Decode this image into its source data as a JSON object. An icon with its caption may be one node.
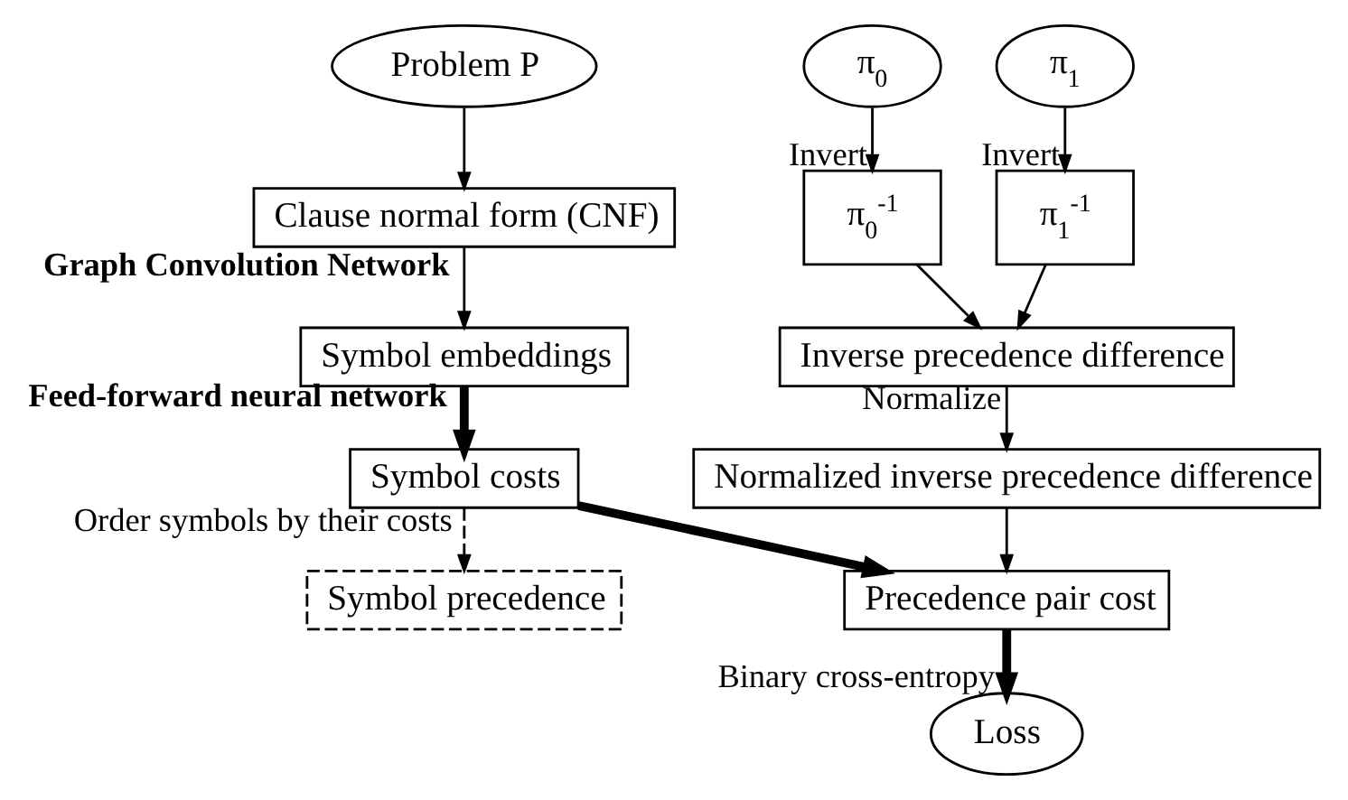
{
  "diagram": {
    "nodes": [
      {
        "text": [
          "Problem P"
        ]
      },
      {
        "text": [
          "Clause normal form (CNF)"
        ]
      },
      {
        "text": [
          "Symbol embeddings"
        ]
      },
      {
        "text": [
          "Symbol costs"
        ]
      },
      {
        "text": [
          "Symbol precedence"
        ]
      },
      {
        "text": [
          "π$_{0}$"
        ]
      },
      {
        "text": [
          "π$_{1}$"
        ]
      },
      {
        "text": [
          "π$_{0}$$^{-1}$"
        ]
      },
      {
        "text": [
          "π$_{1}$$^{-1}$"
        ]
      },
      {
        "text": [
          "Inverse precedence difference"
        ]
      },
      {
        "text": [
          "Normalized inverse precedence difference"
        ]
      },
      {
        "text": [
          "Precedence pair cost"
        ]
      },
      {
        "text": [
          "Loss"
        ]
      }
    ],
    "edges": [
      {
        "from": 0,
        "to": 1,
        "arrow": "to"
      },
      {
        "from": 1,
        "to": 2,
        "arrow": "to",
        "label": "Graph Convolution Network"
      },
      {
        "from": 2,
        "to": 3,
        "arrow": "to",
        "label": "Feed-forward neural network",
        "style": "thick"
      },
      {
        "from": 3,
        "to": 4,
        "arrow": "to",
        "label": "Order symbols by their costs",
        "style": "dashed"
      },
      {
        "from": 3,
        "to": 11,
        "arrow": "to",
        "style": "thick"
      },
      {
        "from": 5,
        "to": 7,
        "arrow": "to",
        "label": "Invert"
      },
      {
        "from": 6,
        "to": 8,
        "arrow": "to",
        "label": "Invert"
      },
      {
        "from": 7,
        "to": 9,
        "arrow": "to"
      },
      {
        "from": 8,
        "to": 9,
        "arrow": "to"
      },
      {
        "from": 9,
        "to": 10,
        "arrow": "to",
        "label": "Normalize"
      },
      {
        "from": 10,
        "to": 11,
        "arrow": "to"
      },
      {
        "from": 11,
        "to": 12,
        "arrow": "to",
        "label": "Binary cross-entropy",
        "style": "thick"
      }
    ]
  }
}
